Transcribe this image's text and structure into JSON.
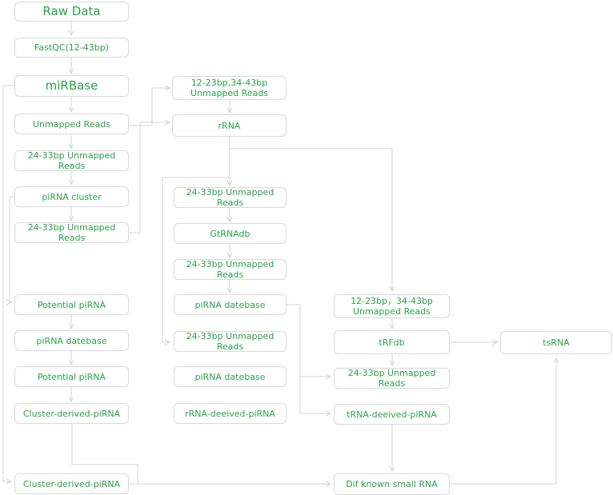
{
  "colors": {
    "accent_green": "#2aa44a",
    "box_border": "#d9d9d9",
    "connector_gray": "#d4d4d4",
    "background": "#ffffff"
  },
  "diagram": {
    "type": "flowchart",
    "nodes": [
      {
        "id": "raw-data",
        "label": "Raw Data"
      },
      {
        "id": "fastqc",
        "label": "FastQC(12-43bp)"
      },
      {
        "id": "mirbase",
        "label": "miRBase"
      },
      {
        "id": "unmapped-reads",
        "label": "Unmapped Reads"
      },
      {
        "id": "24-33bp-unmapped-1",
        "label": "24-33bp Unmapped Reads"
      },
      {
        "id": "pirna-cluster",
        "label": "piRNA cluster"
      },
      {
        "id": "24-33bp-unmapped-2",
        "label": "24-33bp Unmapped Reads"
      },
      {
        "id": "potential-pirna-1",
        "label": "Potential piRNA"
      },
      {
        "id": "pirna-datebase-left",
        "label": "piRNA datebase"
      },
      {
        "id": "potential-pirna-2",
        "label": "Potential piRNA"
      },
      {
        "id": "cluster-derived-pirna-1",
        "label": "Cluster-derived-piRNA"
      },
      {
        "id": "cluster-derived-pirna-2",
        "label": "Cluster-derived-piRNA"
      },
      {
        "id": "12-23-34-43-unmapped-mid",
        "label": "12-23bp,34-43bp\nUnmapped Reads"
      },
      {
        "id": "rrna",
        "label": "rRNA"
      },
      {
        "id": "24-33bp-unmapped-3",
        "label": "24-33bp Unmapped Reads"
      },
      {
        "id": "gtrnadb",
        "label": "GtRNAdb"
      },
      {
        "id": "24-33bp-unmapped-4",
        "label": "24-33bp Unmapped Reads"
      },
      {
        "id": "pirna-datebase-mid-1",
        "label": "piRNA datebase"
      },
      {
        "id": "24-33bp-unmapped-5",
        "label": "24-33bp Unmapped Reads"
      },
      {
        "id": "pirna-datebase-mid-2",
        "label": "piRNA datebase"
      },
      {
        "id": "rrna-deeived-pirna",
        "label": "rRNA-deeived-piRNA"
      },
      {
        "id": "12-23-34-43-unmapped-right",
        "label": "12-23bp，34-43bp\nUnmapped Reads"
      },
      {
        "id": "trfdb",
        "label": "tRFdb"
      },
      {
        "id": "24-33bp-unmapped-6",
        "label": "24-33bp Unmapped Reads"
      },
      {
        "id": "trna-deeived-pirna",
        "label": "tRNA-deeived-piRNA"
      },
      {
        "id": "dif-known-small-rna",
        "label": "Dif known small RNA"
      },
      {
        "id": "tsrna",
        "label": "tsRNA"
      }
    ]
  }
}
